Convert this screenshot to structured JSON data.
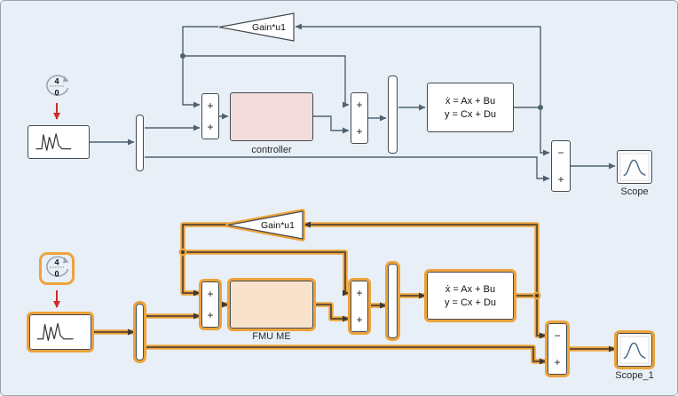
{
  "colors": {
    "canvas_bg": "#e8eff6",
    "block_border": "#434a52",
    "wire": "#4f6272",
    "highlight_orange": "#eda33c",
    "controller_fill": "#f2dcdc",
    "fmu_fill": "#f8e2cb",
    "sample_arrow_red": "#cf2a27"
  },
  "icons": {
    "source_block": "cycle-arrow-icon",
    "input_block": "signal-waveform-icon",
    "scope_block": "scope-curve-icon",
    "sample_time": "red-down-arrow-icon"
  },
  "top": {
    "gain_label": "Gain*u1",
    "seq_upper": "4",
    "seq_lower": "0",
    "sum_in1": {
      "top": "+",
      "bottom": "+"
    },
    "sum_in2": {
      "top": "+",
      "bottom": "+"
    },
    "sum_out": {
      "top": "−",
      "bottom": "+"
    },
    "controller_label": "controller",
    "ss_line1": "ẋ = Ax + Bu",
    "ss_line2": "y = Cx + Du",
    "scope_label": "Scope"
  },
  "bottom": {
    "gain_label": "Gain*u1",
    "seq_upper": "4",
    "seq_lower": "0",
    "sum_in1": {
      "top": "+",
      "bottom": "+"
    },
    "sum_in2": {
      "top": "+",
      "bottom": "+"
    },
    "sum_out": {
      "top": "−",
      "bottom": "+"
    },
    "plant_label": "FMU ME",
    "ss_line1": "ẋ = Ax + Bu",
    "ss_line2": "y = Cx + Du",
    "scope_label": "Scope_1"
  }
}
